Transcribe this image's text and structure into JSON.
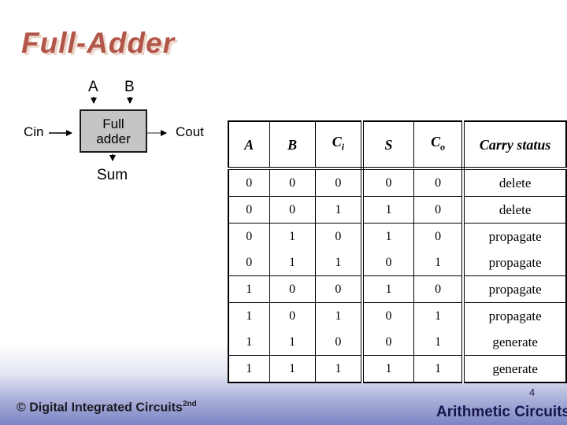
{
  "title": {
    "text": "Full-Adder",
    "color": "#b2564a"
  },
  "diagram": {
    "label_a": "A",
    "label_b": "B",
    "label_cin": "Cin",
    "label_cout": "Cout",
    "label_sum": "Sum",
    "block_line1": "Full",
    "block_line2": "adder",
    "block_fill": "#c5c5c5"
  },
  "table": {
    "headers": [
      {
        "label": "A",
        "sub": ""
      },
      {
        "label": "B",
        "sub": ""
      },
      {
        "label": "C",
        "sub": "i"
      },
      {
        "label": "S",
        "sub": ""
      },
      {
        "label": "C",
        "sub": "o"
      },
      {
        "label": "Carry status",
        "sub": ""
      }
    ],
    "rows": [
      {
        "a": "0",
        "b": "0",
        "ci": "0",
        "s": "0",
        "co": "0",
        "status": "delete"
      },
      {
        "a": "0",
        "b": "0",
        "ci": "1",
        "s": "1",
        "co": "0",
        "status": "delete"
      },
      {
        "a": "0",
        "b": "1",
        "ci": "0",
        "s": "1",
        "co": "0",
        "status": "propagate"
      },
      {
        "a": "0",
        "b": "1",
        "ci": "1",
        "s": "0",
        "co": "1",
        "status": "propagate"
      },
      {
        "a": "1",
        "b": "0",
        "ci": "0",
        "s": "1",
        "co": "0",
        "status": "propagate"
      },
      {
        "a": "1",
        "b": "0",
        "ci": "1",
        "s": "0",
        "co": "1",
        "status": "propagate"
      },
      {
        "a": "1",
        "b": "1",
        "ci": "0",
        "s": "0",
        "co": "1",
        "status": "generate"
      },
      {
        "a": "1",
        "b": "1",
        "ci": "1",
        "s": "1",
        "co": "1",
        "status": "generate"
      }
    ]
  },
  "footer": {
    "copyright": "© Digital Integrated Circuits",
    "edition": "2nd",
    "page_number": "4",
    "course": "Arithmetic Circuits"
  }
}
